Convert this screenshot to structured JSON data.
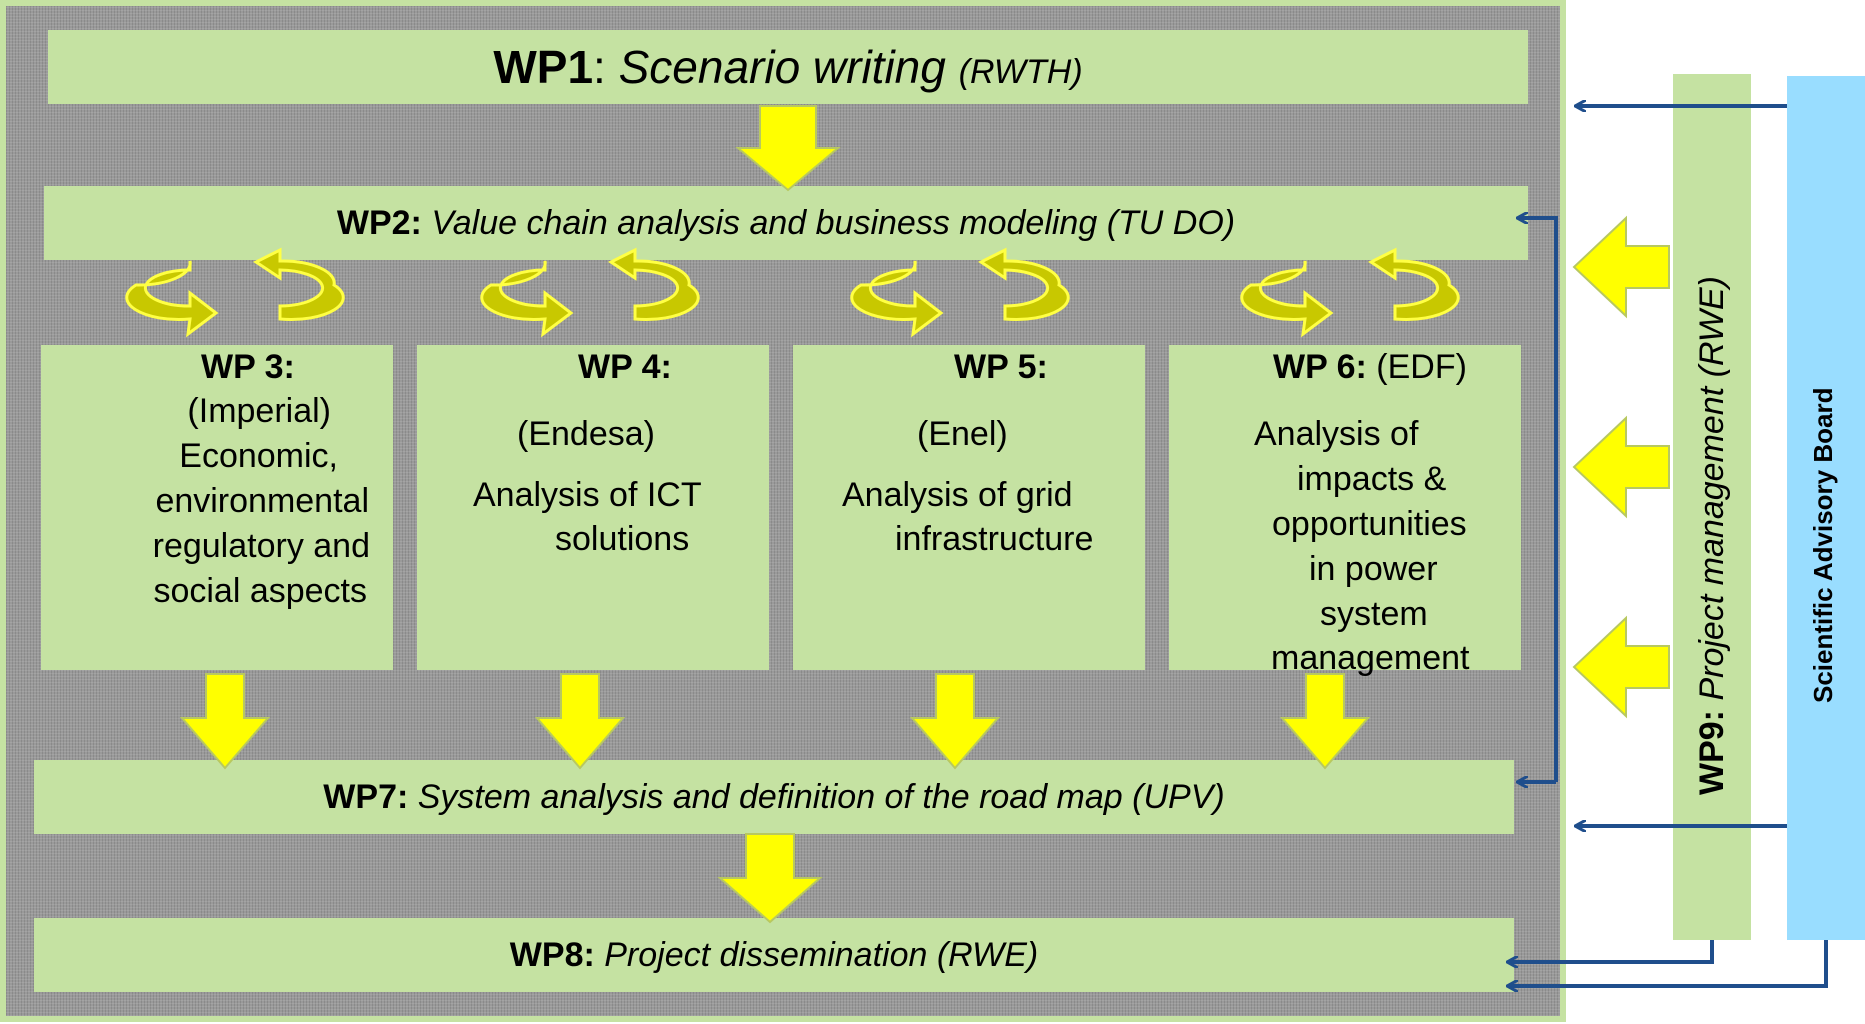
{
  "wp1": {
    "code": "WP1",
    "sep": ":",
    "title": "Scenario writing",
    "lead": "(RWTH)"
  },
  "wp2": {
    "code": "WP2:",
    "title": "Value chain analysis and business modeling (TU DO)"
  },
  "wp3": {
    "code": "WP 3:",
    "lines": [
      "(Imperial)",
      "Economic,",
      "environmental",
      "regulatory and",
      "social aspects"
    ]
  },
  "wp4": {
    "code": "WP 4:",
    "lead": "(Endesa)",
    "lines": [
      "Analysis of ICT",
      "solutions"
    ]
  },
  "wp5": {
    "code": "WP 5:",
    "lead": "(Enel)",
    "lines": [
      "Analysis of grid",
      "infrastructure"
    ]
  },
  "wp6": {
    "code": "WP 6:",
    "lead": "(EDF)",
    "lines": [
      "Analysis of",
      "impacts &",
      "opportunities",
      "in power",
      "system",
      "management"
    ]
  },
  "wp7": {
    "code": "WP7:",
    "title": "System analysis and definition of the road map (UPV)"
  },
  "wp8": {
    "code": "WP8:",
    "title": "Project dissemination (RWE)"
  },
  "wp9": {
    "code": "WP9:",
    "title": "Project management (RWE)"
  },
  "advisory": {
    "title": "Scientific Advisory Board"
  },
  "colors": {
    "box_fill": "#c5e2a2",
    "frame_fill": "#9a9a9a",
    "arrow_fill": "#ffff00",
    "arrow_stroke": "#b8c860",
    "cycle_fill": "#c8c800",
    "connector": "#1f4e8c",
    "advisory_fill": "#99ddff"
  },
  "icons": [
    "down-arrow",
    "cycle-arrows",
    "left-arrow",
    "feedback-connector"
  ]
}
